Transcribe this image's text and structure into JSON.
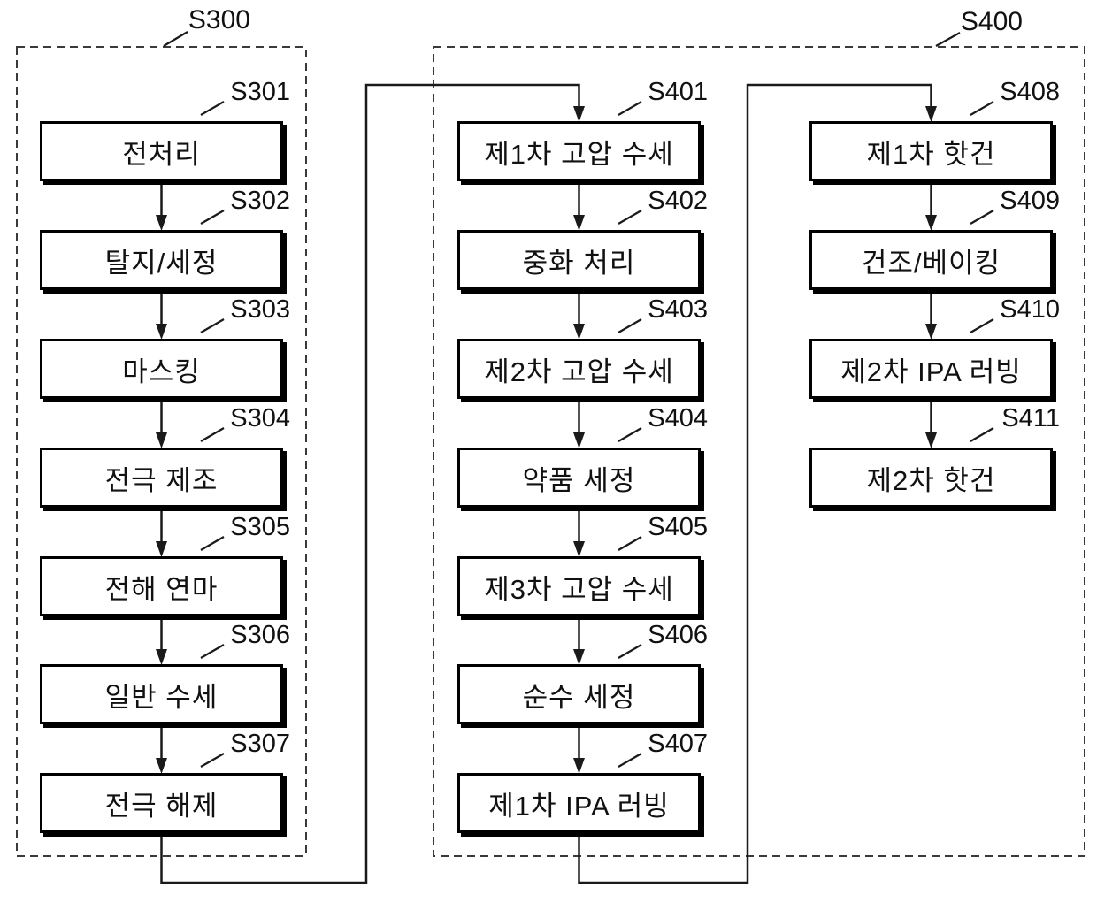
{
  "figure": {
    "type": "flowchart",
    "groups": {
      "g300": {
        "id": "S300"
      },
      "g400": {
        "id": "S400"
      }
    },
    "col1": [
      {
        "id": "S301",
        "label": "전처리"
      },
      {
        "id": "S302",
        "label": "탈지/세정"
      },
      {
        "id": "S303",
        "label": "마스킹"
      },
      {
        "id": "S304",
        "label": "전극 제조"
      },
      {
        "id": "S305",
        "label": "전해 연마"
      },
      {
        "id": "S306",
        "label": "일반 수세"
      },
      {
        "id": "S307",
        "label": "전극 해제"
      }
    ],
    "col2": [
      {
        "id": "S401",
        "label": "제1차 고압 수세"
      },
      {
        "id": "S402",
        "label": "중화 처리"
      },
      {
        "id": "S403",
        "label": "제2차 고압 수세"
      },
      {
        "id": "S404",
        "label": "약품 세정"
      },
      {
        "id": "S405",
        "label": "제3차 고압 수세"
      },
      {
        "id": "S406",
        "label": "순수 세정"
      },
      {
        "id": "S407",
        "label": "제1차 IPA 러빙"
      }
    ],
    "col3": [
      {
        "id": "S408",
        "label": "제1차 핫건"
      },
      {
        "id": "S409",
        "label": "건조/베이킹"
      },
      {
        "id": "S410",
        "label": "제2차 IPA 러빙"
      },
      {
        "id": "S411",
        "label": "제2차 핫건"
      }
    ],
    "flow": [
      "S301>S302>S303>S304>S305>S306>S307",
      "S307>S401",
      "S401>S402>S403>S404>S405>S406>S407",
      "S407>S408",
      "S408>S409>S410>S411"
    ],
    "colors": {
      "line": "#1a1a1a",
      "background": "#ffffff",
      "text": "#111111"
    }
  }
}
